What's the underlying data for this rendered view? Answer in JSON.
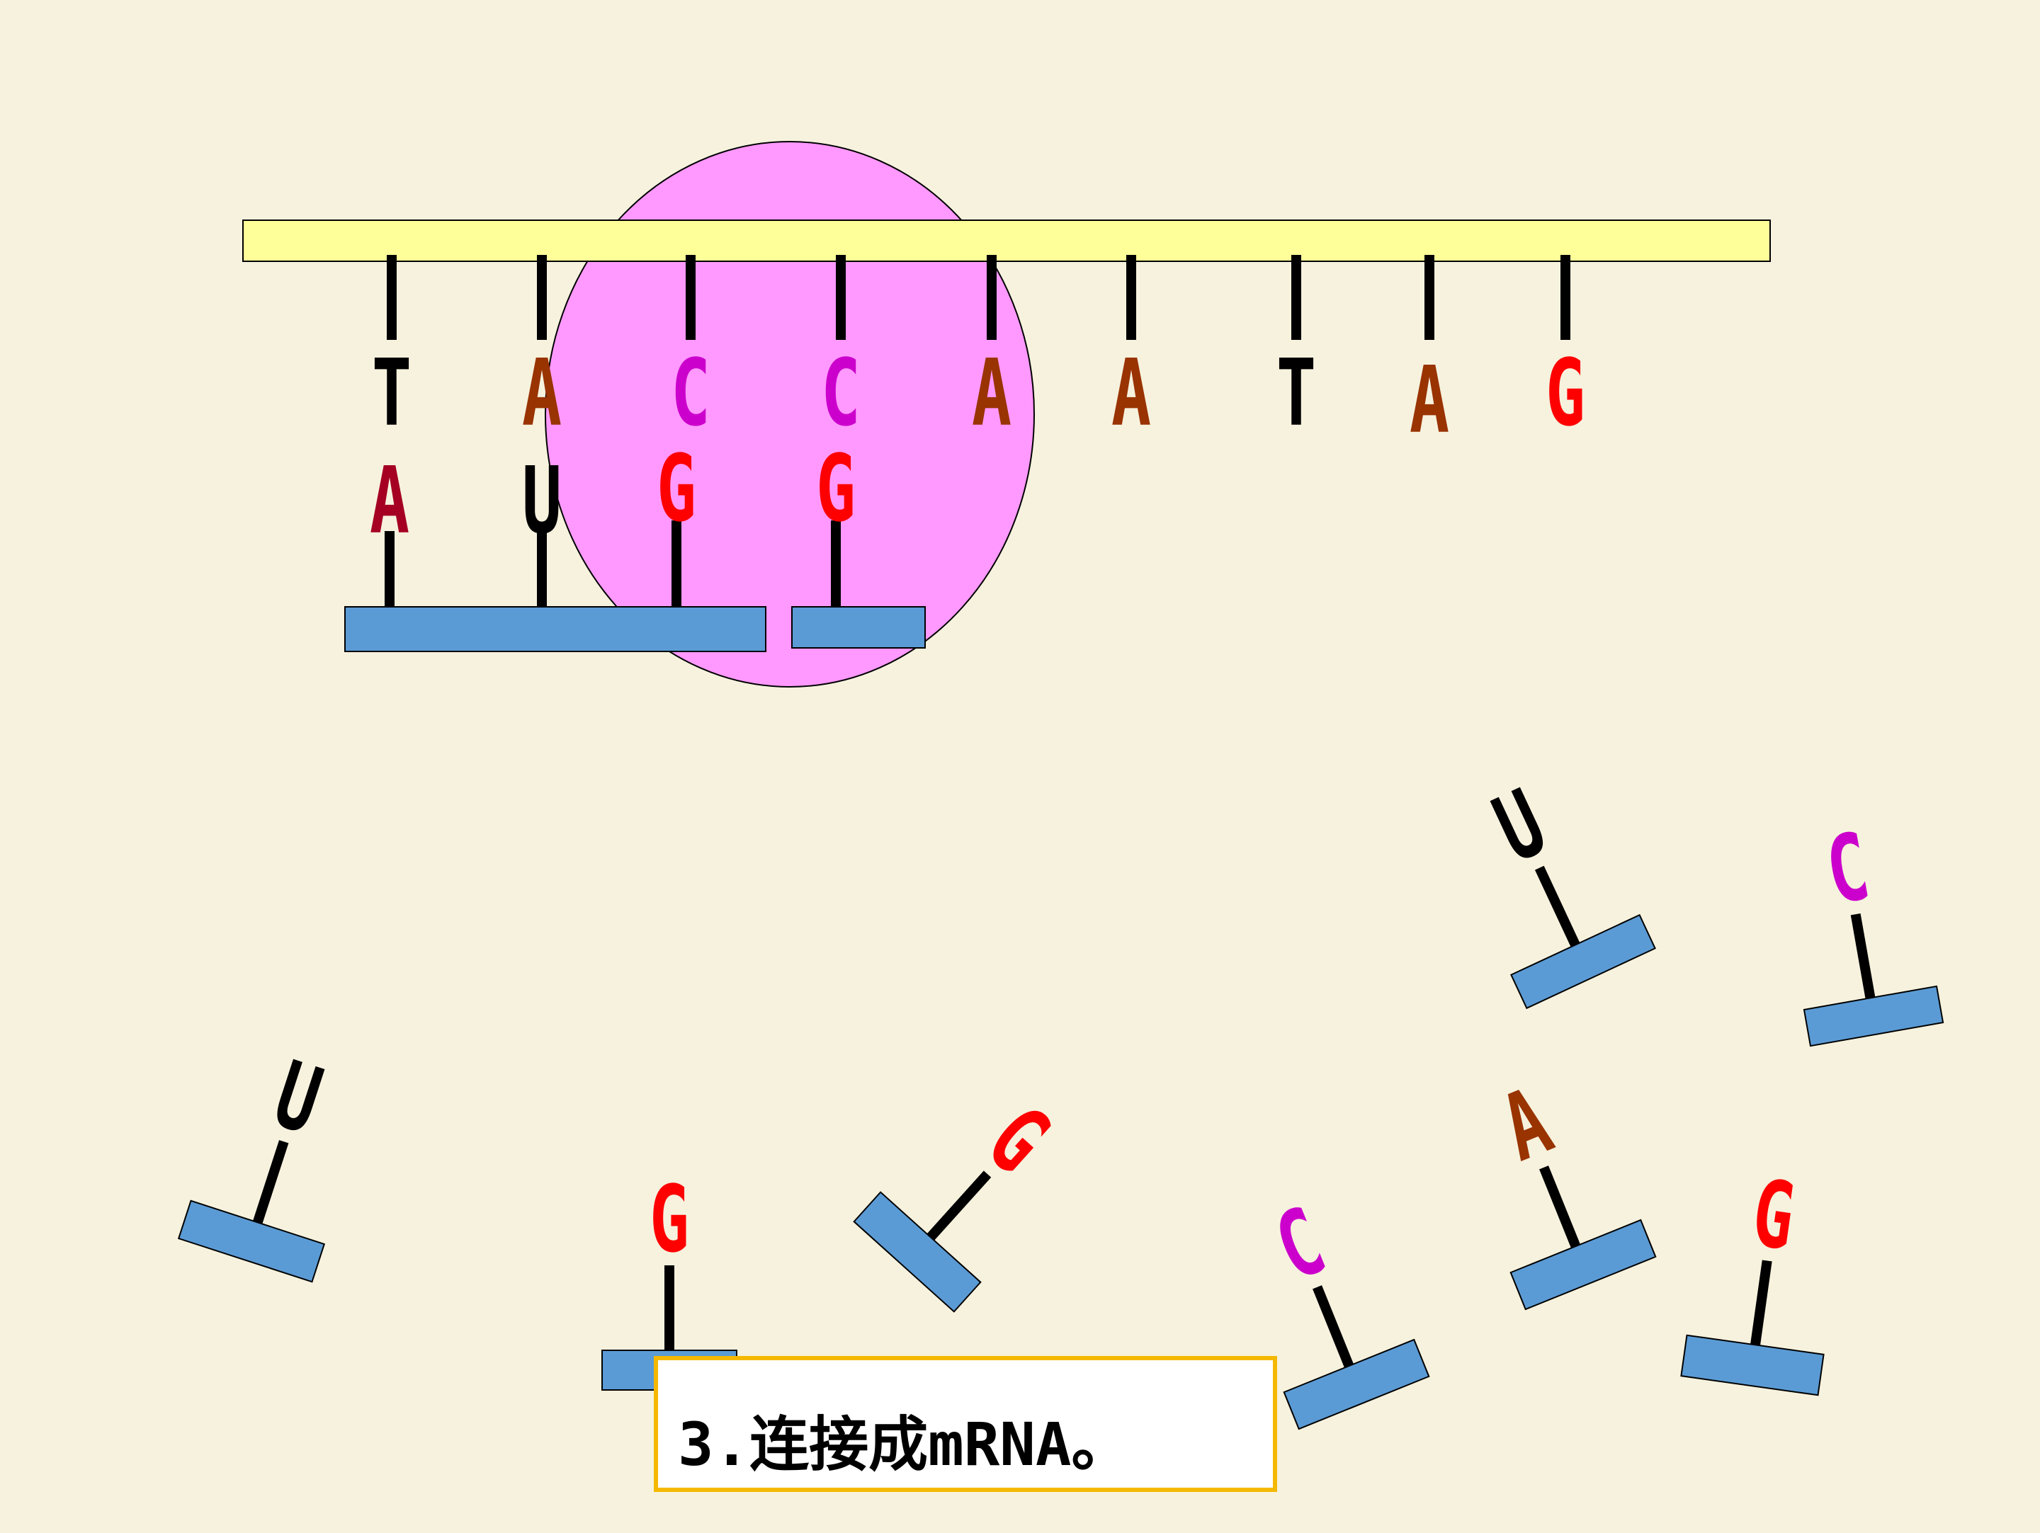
{
  "colors": {
    "background": "#f6f2de",
    "dna_strand": "#ffff99",
    "ribosome": "#ff99ff",
    "trna_body": "#5b9bd5",
    "A": "#993300",
    "A_paired": "#a50021",
    "T": "#000000",
    "U": "#000000",
    "C": "#cc00cc",
    "G": "#ff0000",
    "caption_border": "#f5b800"
  },
  "template_bases": [
    "T",
    "A",
    "C",
    "C",
    "A",
    "A",
    "T",
    "A",
    "G"
  ],
  "paired_bases": [
    "A",
    "U",
    "G",
    "G"
  ],
  "free_nucleotides": [
    "U",
    "C",
    "U",
    "G",
    "G",
    "A",
    "C",
    "G"
  ],
  "caption": "3.连接成mRNA。"
}
